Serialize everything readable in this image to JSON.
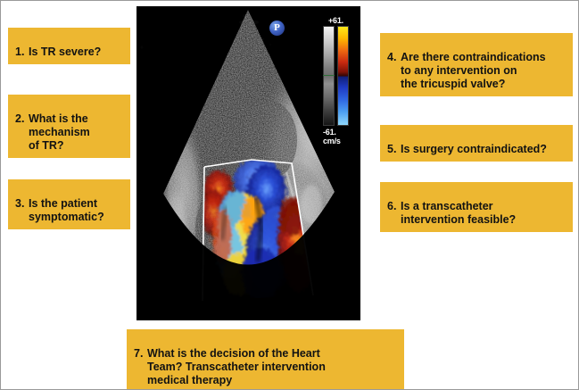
{
  "figure": {
    "background_color": "#ffffff",
    "border_color": "#9a9a9a"
  },
  "callouts": {
    "accent_color": "#edb731",
    "text_color": "#121212",
    "items": [
      {
        "number": "1.",
        "text": "Is TR severe?"
      },
      {
        "number": "2.",
        "text": "What is the\nmechanism\nof TR?"
      },
      {
        "number": "3.",
        "text": "Is the patient\nsymptomatic?"
      },
      {
        "number": "4.",
        "text": "Are there contraindications\nto any intervention on\nthe tricuspid valve?"
      },
      {
        "number": "5.",
        "text": "Is surgery contraindicated?"
      },
      {
        "number": "6.",
        "text": "Is a transcatheter\nintervention feasible?"
      },
      {
        "number": "7.",
        "text": "What is the decision of the Heart\nTeam? Transcatheter intervention\nmedical therapy"
      }
    ]
  },
  "echocardiogram": {
    "modality": "color-doppler-echocardiography",
    "probe_marker_label": "P",
    "color_scale": {
      "top_label": "+61.",
      "bottom_label": "-61.",
      "units": "cm/s",
      "positive_color": "#ffe919",
      "negative_color": "#8fd8fb",
      "baseline_color": "#2f6e3a"
    }
  }
}
